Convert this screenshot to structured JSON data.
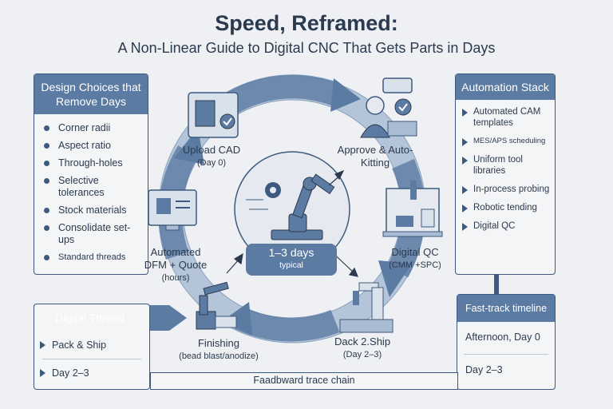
{
  "title": "Speed, Reframed:",
  "subtitle": "A Non-Linear Guide to Digital CNC That Gets Parts in Days",
  "design_panel": {
    "heading": "Design Choices that Remove Days",
    "items": [
      "Corner radii",
      "Aspect ratio",
      "Through-holes",
      "Selective tolerances",
      "Stock materials",
      "Consolidate set-ups",
      "Standard threads"
    ]
  },
  "automation_panel": {
    "heading": "Automation Stack",
    "items": [
      "Automated CAM templates",
      "MES/APS scheduling",
      "Uniform tool libraries",
      "In-process probing",
      "Robotic tending",
      "Digital QC"
    ]
  },
  "digital_thread": {
    "heading": "Digital Thread",
    "rows": [
      "Pack & Ship",
      "Day 2–3"
    ]
  },
  "timeline": {
    "heading": "Fast-track timeline",
    "rows": [
      "Afternoon, Day 0",
      "Day 2–3"
    ]
  },
  "feedback_label": "Faadbward trace chain",
  "stages": {
    "upload": {
      "title": "Upload CAD",
      "sub": "(Day 0)"
    },
    "approve": {
      "title": "Approve & Auto-Kitting"
    },
    "digital_qc": {
      "title": "Digital QC",
      "sub": "(CMM +SPC)"
    },
    "pack_ship": {
      "title": "Dack 2.Ship",
      "sub": "(Day 2–3)"
    },
    "finishing": {
      "title": "Finishing",
      "sub": "(bead blast/anodize)"
    },
    "dfm": {
      "title": "Automated DFM + Quote",
      "sub": "(hours)"
    }
  },
  "center": {
    "main": "1–3 days",
    "sub": "typical"
  },
  "colors": {
    "accent": "#5b7ba3",
    "dark": "#3d5a7e",
    "ring": "#a9bcd3",
    "background": "#eef0f3"
  }
}
